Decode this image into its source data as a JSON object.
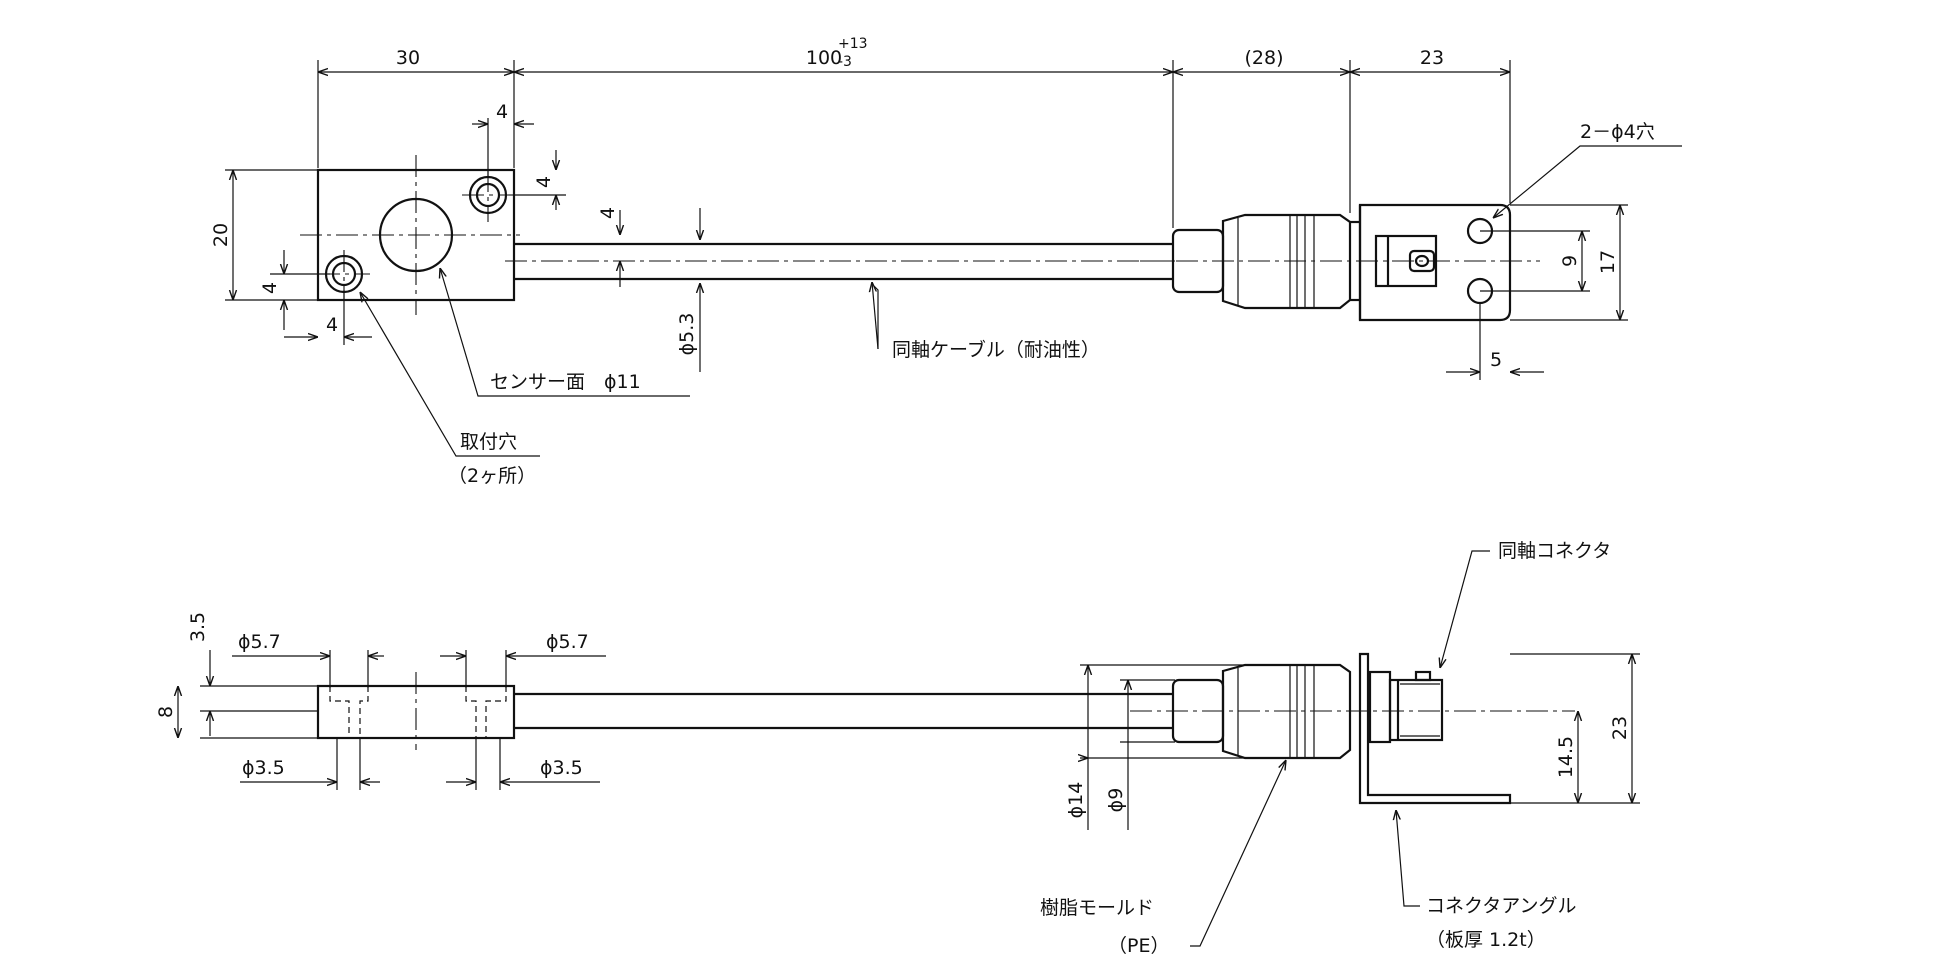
{
  "dimensions": {
    "d30": "30",
    "d100": "100",
    "d100_tol_plus": "+13",
    "d100_tol_minus": "-3",
    "d28": "(28)",
    "d23_top": "23",
    "d4_hole_x": "4",
    "d4_hole_y": "4",
    "d4_cable": "4",
    "d20": "20",
    "d4_left": "4",
    "d4_bottom": "4",
    "d5_3": "ϕ5.3",
    "d9": "9",
    "d17": "17",
    "d5": "5",
    "d3_5": "3.5",
    "d8": "8",
    "d5_7_left": "ϕ5.7",
    "d5_7_right": "ϕ5.7",
    "d3_5_left": "ϕ3.5",
    "d3_5_right": "ϕ3.5",
    "d14": "ϕ14",
    "d9_side": "ϕ9",
    "d14_5": "14.5",
    "d23_side": "23"
  },
  "labels": {
    "holes_2_phi4": "2－ϕ4穴",
    "coax_cable": "同軸ケーブル（耐油性）",
    "sensor_face": "センサー面　ϕ11",
    "mount_hole": "取付穴",
    "mount_hole_count": "（2ヶ所）",
    "coax_connector": "同軸コネクタ",
    "resin_mold": "樹脂モールド",
    "resin_mold_material": "（PE）",
    "connector_angle": "コネクタアングル",
    "connector_angle_thickness": "（板厚 1.2t）"
  }
}
